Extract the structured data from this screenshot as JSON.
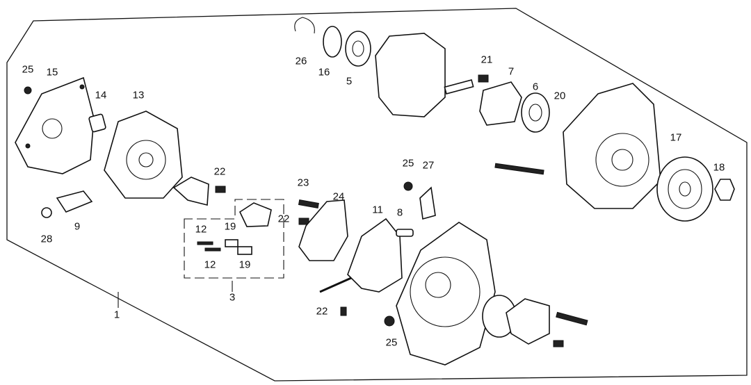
{
  "diagram": {
    "title": "Alternator assembly exploded view",
    "callouts": [
      "25",
      "15",
      "14",
      "13",
      "26",
      "16",
      "5",
      "21",
      "7",
      "6",
      "20",
      "17",
      "18",
      "25",
      "27",
      "23",
      "24",
      "11",
      "8",
      "22",
      "22",
      "12",
      "19",
      "12",
      "19",
      "3",
      "9",
      "28",
      "1",
      "22",
      "25"
    ]
  }
}
